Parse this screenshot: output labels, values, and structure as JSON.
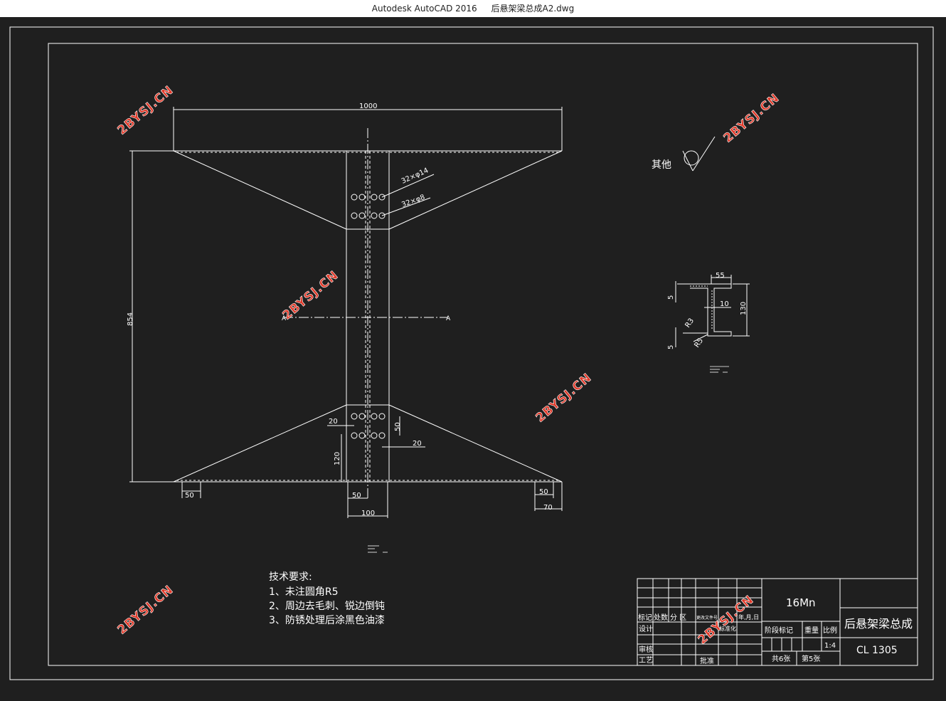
{
  "window": {
    "app_title": "Autodesk AutoCAD 2016",
    "file_name": "后悬架梁总成A2.dwg"
  },
  "drawing": {
    "dims": {
      "top_width": "1000",
      "height": "854",
      "hole_note_1": "32×φ14",
      "hole_note_2": "32×φ8",
      "hole_h_spacing": "20",
      "hole_v_spacing": "50",
      "hole_h_offset": "20",
      "bottom_height": "120",
      "left_foot": "50",
      "center_inner": "50",
      "center_width": "100",
      "right_foot_inner": "50",
      "right_foot_outer": "70",
      "section_mark_left": "A",
      "section_mark_right": "A"
    },
    "surface_note": "其他",
    "section": {
      "width": "55",
      "height": "130",
      "web": "10",
      "flange_top": "5",
      "flange_bottom": "5",
      "radius_1": "R3",
      "radius_2": "R5"
    },
    "tech_req": {
      "title": "技术要求:",
      "items": [
        "1、未注圆角R5",
        "2、周边去毛刺、锐边倒钝",
        "3、防锈处理后涂黑色油漆"
      ]
    },
    "title_block": {
      "material": "16Mn",
      "part_name": "后悬架梁总成",
      "part_code": "CL 1305",
      "scale_label": "比例",
      "scale_value": "1:4",
      "weight_label": "重量",
      "stage_label": "阶段标记",
      "sheets_total": "共6张",
      "sheet_no": "第5张",
      "row_labels": [
        "标记",
        "处数",
        "分 区",
        "更改文件号",
        "年,月,日"
      ],
      "design_label": "设计",
      "standard_label": "标准化",
      "review_label": "审核",
      "craft_label": "工艺",
      "approve_label": "批准"
    },
    "watermark": "2BYSJ.CN"
  },
  "colors": {
    "background": "#1f1f1f",
    "line": "#ffffff",
    "watermark": "#e23a2a"
  }
}
